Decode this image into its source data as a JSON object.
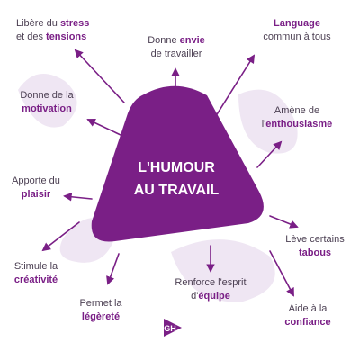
{
  "title": {
    "line1": "L'HUMOUR",
    "line2": "AU TRAVAIL"
  },
  "labels": {
    "stress": {
      "l1": "Libère du ",
      "b1": "stress",
      "l2": "et des ",
      "b2": "tensions"
    },
    "envie": {
      "l1": "Donne ",
      "b1": "envie",
      "l2": "de travailler"
    },
    "langage": {
      "b1": "Language",
      "l2": "commun à tous"
    },
    "motivation": {
      "l1": "Donne de la",
      "b2": "motivation"
    },
    "enthousiasme": {
      "l1": "Amène de",
      "l2": "l'",
      "b2": "enthousiasme"
    },
    "plaisir": {
      "l1": "Apporte du",
      "b2": "plaisir"
    },
    "tabous": {
      "l1": "Lève certains",
      "b2": "tabous"
    },
    "creativite": {
      "l1": "Stimule la",
      "b2": "créativité"
    },
    "equipe": {
      "l1": "Renforce l'esprit",
      "l2": "d'",
      "b2": "équipe"
    },
    "confiance": {
      "l1": "Aide à la",
      "b2": "confiance"
    },
    "legerete": {
      "l1": "Permet la",
      "b2": "légèreté"
    }
  },
  "logo_text": "GH",
  "colors": {
    "primary": "#7a1f86",
    "blob": "#efe6f3",
    "arrow": "#7a1f86",
    "text": "#4b3f52"
  }
}
